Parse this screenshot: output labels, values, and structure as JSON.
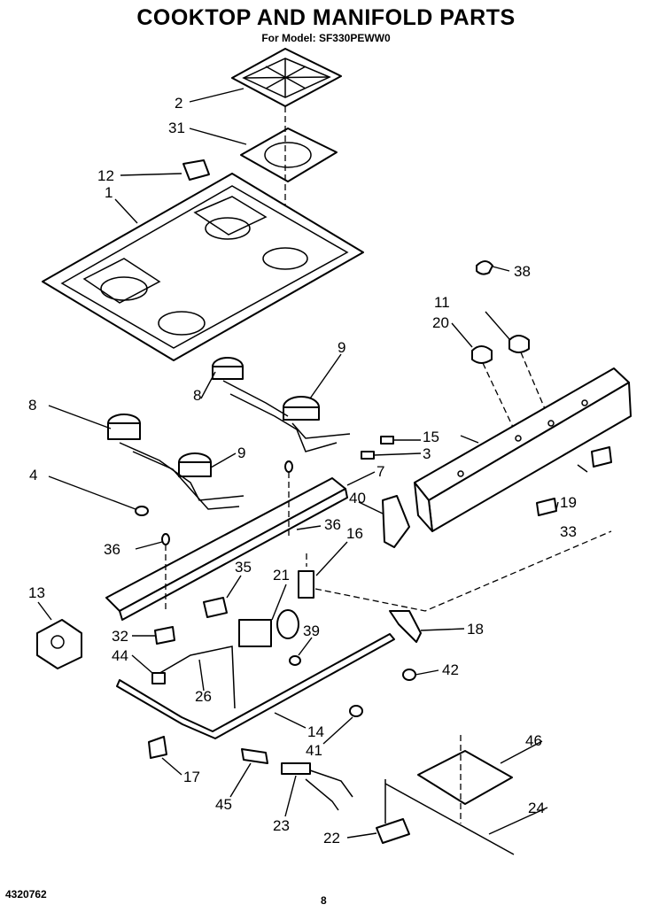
{
  "header": {
    "title": "COOKTOP AND MANIFOLD PARTS",
    "subtitle": "For Model: SF330PEWW0"
  },
  "footer": {
    "doc_number": "4320762",
    "page_number": "8"
  },
  "callouts": {
    "c1": "1",
    "c2": "2",
    "c3": "3",
    "c4": "4",
    "c7": "7",
    "c8a": "8",
    "c8b": "8",
    "c9a": "9",
    "c9b": "9",
    "c11": "11",
    "c12": "12",
    "c13": "13",
    "c14": "14",
    "c15": "15",
    "c16": "16",
    "c17": "17",
    "c18": "18",
    "c19": "19",
    "c20": "20",
    "c21": "21",
    "c22": "22",
    "c23": "23",
    "c24": "24",
    "c26": "26",
    "c31": "31",
    "c32": "32",
    "c33": "33",
    "c35": "35",
    "c36a": "36",
    "c36b": "36",
    "c38": "38",
    "c39": "39",
    "c40": "40",
    "c41": "41",
    "c42": "42",
    "c44": "44",
    "c45": "45",
    "c46": "46"
  }
}
